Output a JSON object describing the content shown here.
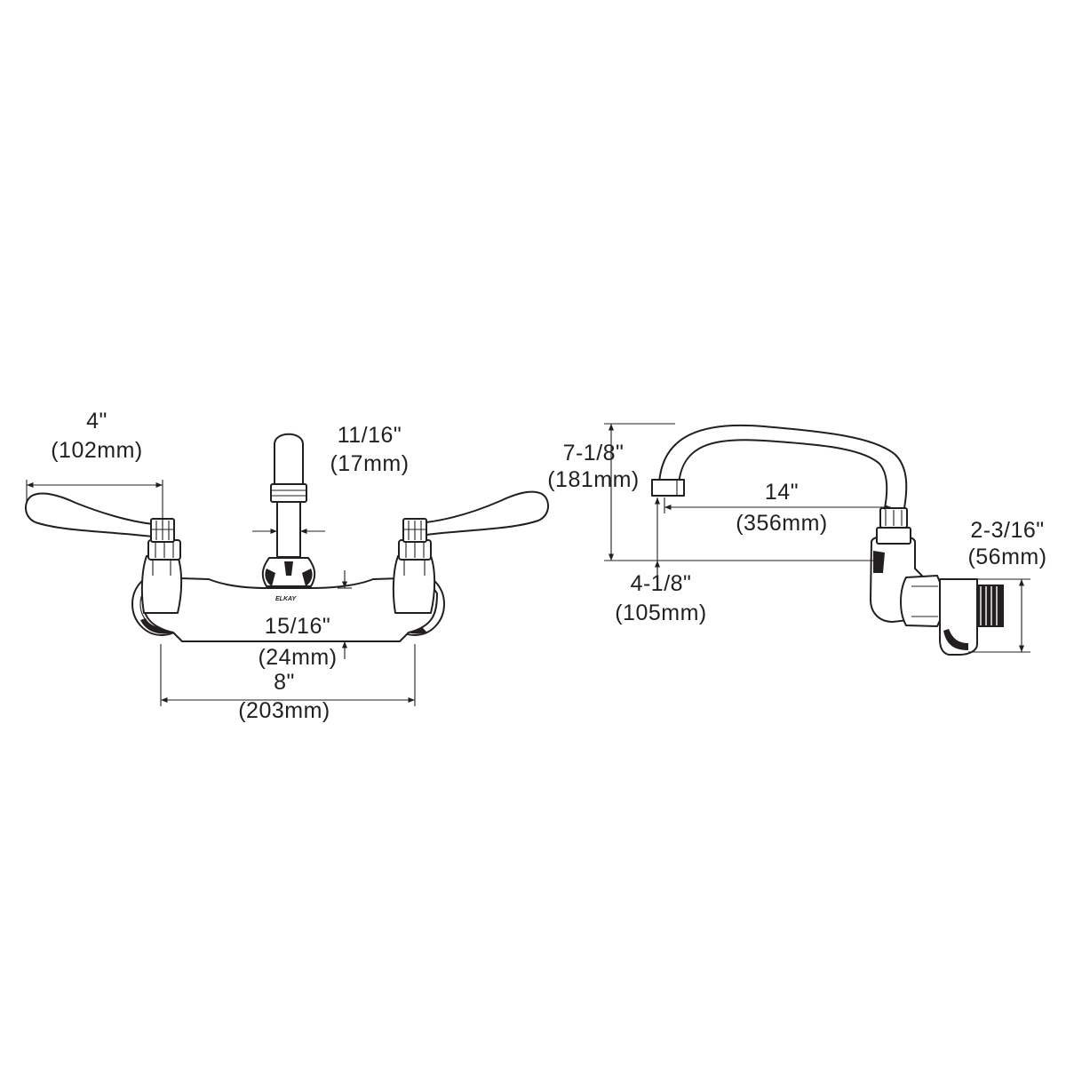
{
  "front_view": {
    "handle_reach": {
      "imperial": "4\"",
      "metric": "(102mm)"
    },
    "spout_diameter": {
      "imperial": "11/16\"",
      "metric": "(17mm)"
    },
    "body_height": {
      "imperial": "15/16\"",
      "metric": "(24mm)"
    },
    "centers": {
      "imperial": "8\"",
      "metric": "(203mm)"
    },
    "brand_logo": "ELKAY"
  },
  "side_view": {
    "spout_height": {
      "imperial": "7-1/8\"",
      "metric": "(181mm)"
    },
    "spout_reach": {
      "imperial": "14\"",
      "metric": "(356mm)"
    },
    "outlet_height": {
      "imperial": "4-1/8\"",
      "metric": "(105mm)"
    },
    "wall_projection": {
      "imperial": "2-3/16\"",
      "metric": "(56mm)"
    }
  }
}
